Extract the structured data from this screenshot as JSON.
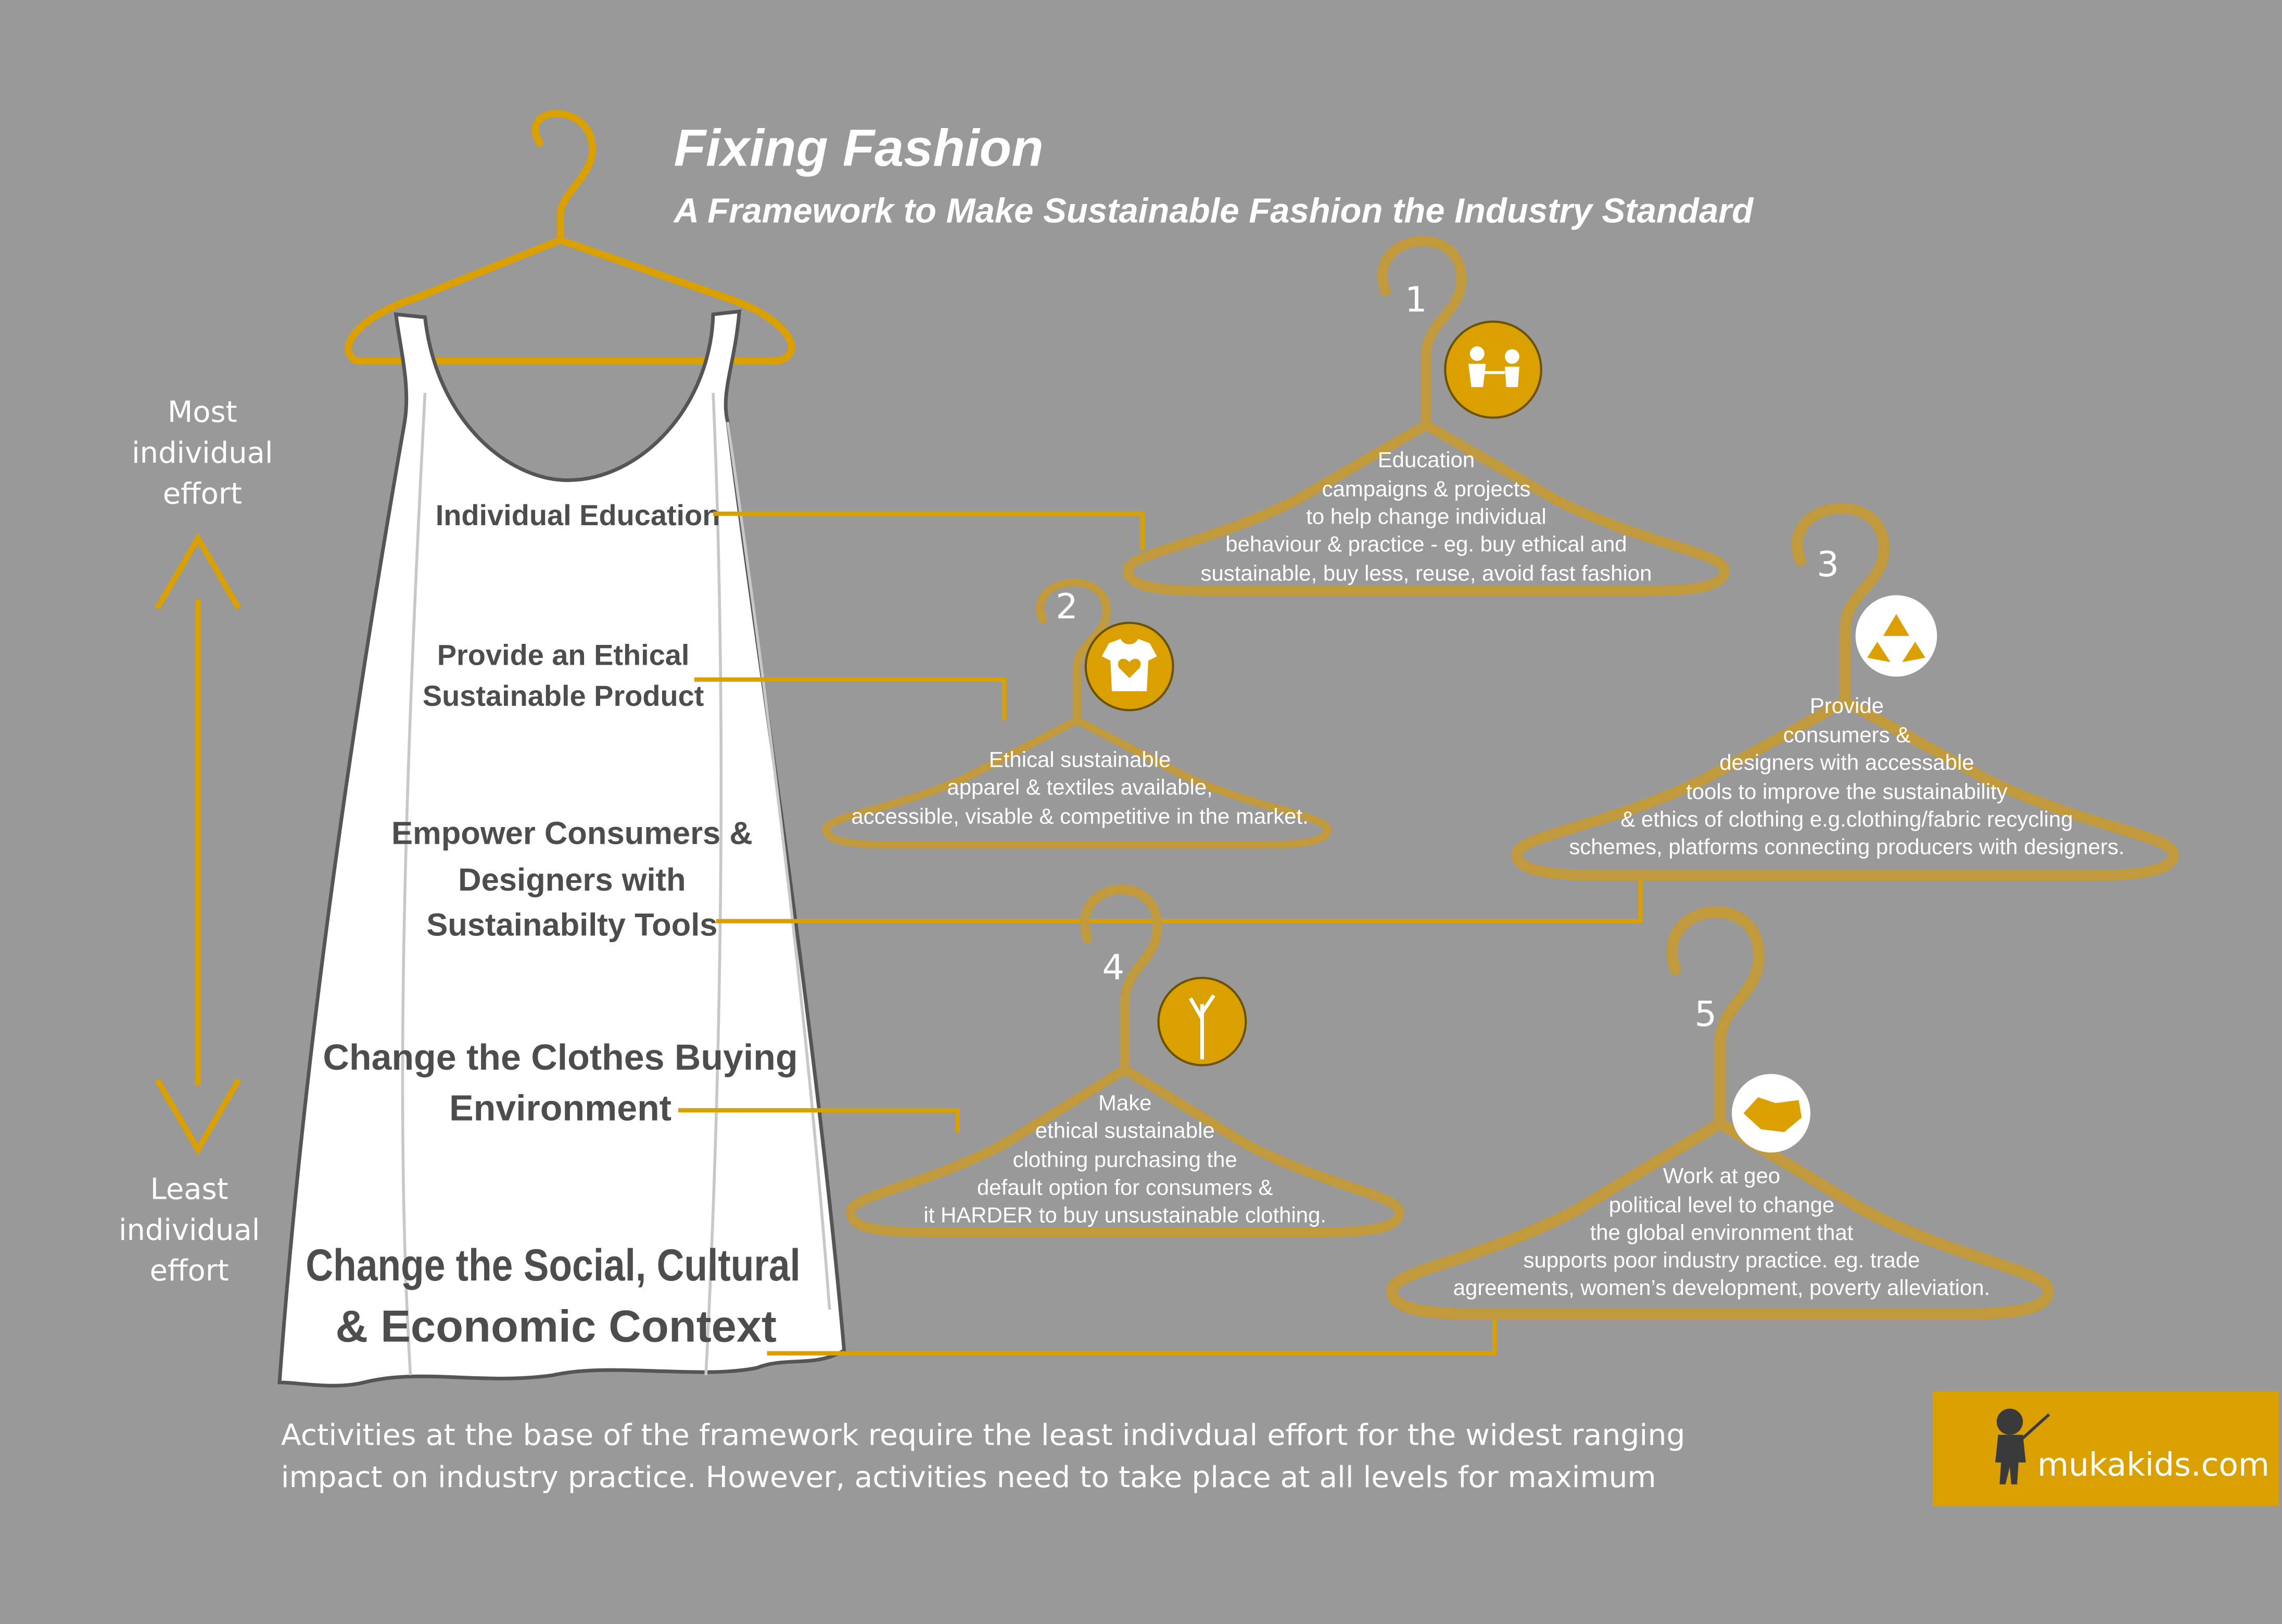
{
  "title": "Fixing Fashion",
  "subtitle": "A Framework to Make Sustainable Fashion the Industry Standard",
  "axis": {
    "top_label": [
      "Most",
      "individual",
      "effort"
    ],
    "bottom_label": [
      "Least",
      "individual",
      "effort"
    ]
  },
  "dress_levels": [
    {
      "lines": [
        "Individual Education"
      ]
    },
    {
      "lines": [
        "Provide an Ethical",
        "Sustainable Product"
      ]
    },
    {
      "lines": [
        "Empower Consumers &",
        "Designers with",
        "Sustainabilty Tools"
      ]
    },
    {
      "lines": [
        "Change the Clothes Buying",
        "Environment"
      ]
    },
    {
      "lines": [
        "Change the Social, Cultural",
        "& Economic Context"
      ]
    }
  ],
  "hangers": [
    {
      "number": "1",
      "icon": "children-holding-hands-icon",
      "lines": [
        "Education",
        "campaigns & projects",
        "to help change individual",
        "behaviour & practice - eg. buy ethical and",
        "sustainable, buy less, reuse, avoid fast fashion"
      ]
    },
    {
      "number": "2",
      "icon": "tshirt-heart-icon",
      "lines": [
        "Ethical sustainable",
        "apparel & textiles available,",
        "accessible, visable & competitive in the market."
      ]
    },
    {
      "number": "3",
      "icon": "recycle-icon",
      "lines": [
        "Provide",
        "consumers &",
        "designers with accessable",
        "tools to improve the sustainability",
        "& ethics of clothing e.g.clothing/fabric recycling",
        "schemes, platforms connecting producers with designers."
      ]
    },
    {
      "number": "4",
      "icon": "sapling-icon",
      "lines": [
        "Make",
        "ethical sustainable",
        "clothing purchasing the",
        "default option for consumers &",
        "it HARDER to buy unsustainable clothing."
      ]
    },
    {
      "number": "5",
      "icon": "handshake-icon",
      "lines": [
        "Work at geo",
        "political level to change",
        "the global environment that",
        "supports poor industry practice. eg. trade",
        "agreements, women’s development, poverty alleviation."
      ]
    }
  ],
  "footer": [
    "Activities at the base of the framework require the least indivdual effort for the widest ranging",
    "impact on industry practice. However, activities need to take place at all levels for maximum"
  ],
  "logo": {
    "text": "mukakids.com"
  },
  "colors": {
    "background": "#999999",
    "accent": "#d9a000",
    "hanger": "#c29a3e",
    "dress": "#ffffff",
    "label": "#4d4d4d"
  }
}
